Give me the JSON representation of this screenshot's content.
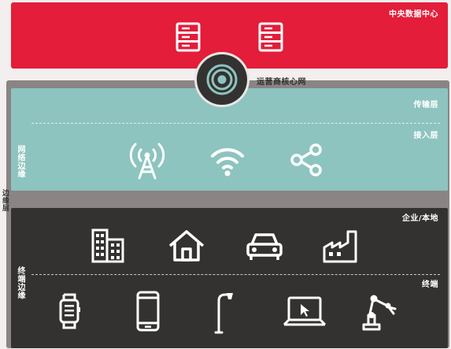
{
  "layers": {
    "data_center": {
      "label": "中央数据中心",
      "color": "#e31d3a"
    },
    "core_network": {
      "label": "运营商核心网"
    },
    "network_edge": {
      "side_label": "网络边缘",
      "color": "#8dc4bf",
      "top_label": "传输层",
      "bottom_label": "接入层"
    },
    "terminal_edge": {
      "side_label": "终端边缘",
      "color": "#333231",
      "top_label": "企业/本地",
      "bottom_label": "终端"
    },
    "edge_layer": {
      "label": "边缘层",
      "color": "#8a8584"
    }
  },
  "icons": {
    "data_center": [
      "server-icon",
      "server-icon"
    ],
    "core": "core-network-icon",
    "access": [
      "cell-tower-icon",
      "wifi-icon",
      "share-icon"
    ],
    "enterprise": [
      "office-building-icon",
      "house-icon",
      "car-icon",
      "factory-icon"
    ],
    "terminal": [
      "smartwatch-icon",
      "smartphone-icon",
      "streetlight-icon",
      "laptop-icon",
      "robot-arm-icon"
    ]
  }
}
